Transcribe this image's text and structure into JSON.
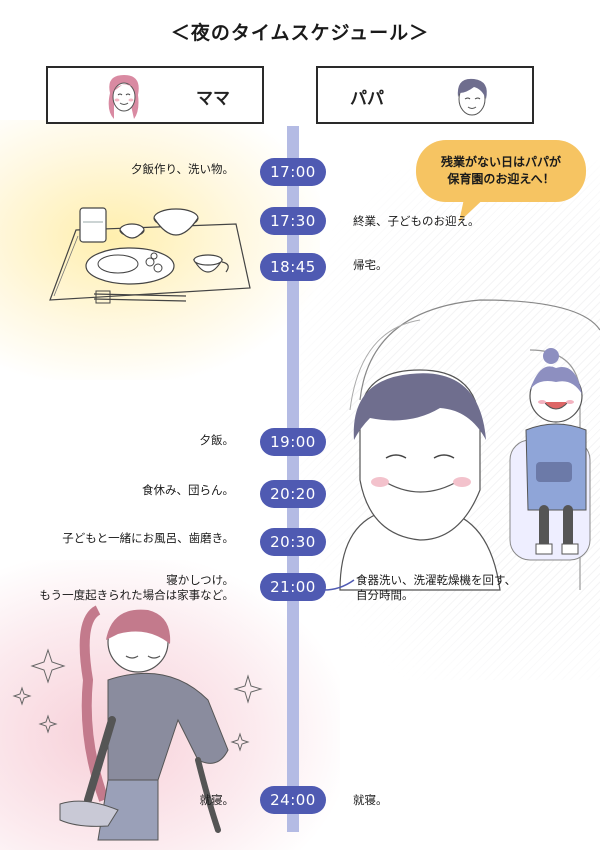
{
  "title": "＜夜のタイムスケジュール＞",
  "columns": {
    "mama": {
      "label": "ママ"
    },
    "papa": {
      "label": "パパ"
    }
  },
  "bubble": {
    "lines": [
      "残業がない日はパパが",
      "保育園のお迎えへ！"
    ]
  },
  "schedule": [
    {
      "time": "17:00",
      "mama": "夕飯作り、洗い物。",
      "papa": ""
    },
    {
      "time": "17:30",
      "mama": "",
      "papa": "終業、子どものお迎え。"
    },
    {
      "time": "18:45",
      "mama": "",
      "papa": "帰宅。"
    },
    {
      "time": "19:00",
      "mama": "夕飯。",
      "papa": ""
    },
    {
      "time": "20:20",
      "mama": "食休み、団らん。",
      "papa": ""
    },
    {
      "time": "20:30",
      "mama": "子どもと一緒にお風呂、歯磨き。",
      "papa": ""
    },
    {
      "time": "21:00",
      "mama": [
        "寝かしつけ。",
        "もう一度起きられた場合は家事など。"
      ],
      "papa": [
        "食器洗い、洗濯乾燥機を回す、",
        "自分時間。"
      ]
    },
    {
      "time": "24:00",
      "mama": "就寝。",
      "papa": "就寝。"
    }
  ],
  "colors": {
    "timeline_pill": "#4f5ab2",
    "timeline_bar": "#b4bbe4",
    "bubble": "#f6c462",
    "glow_yellow": "#ffeca0",
    "glow_pink": "#f6c8d2"
  },
  "icons": {
    "mama_avatar": "woman-face-icon",
    "papa_avatar": "man-face-icon"
  }
}
